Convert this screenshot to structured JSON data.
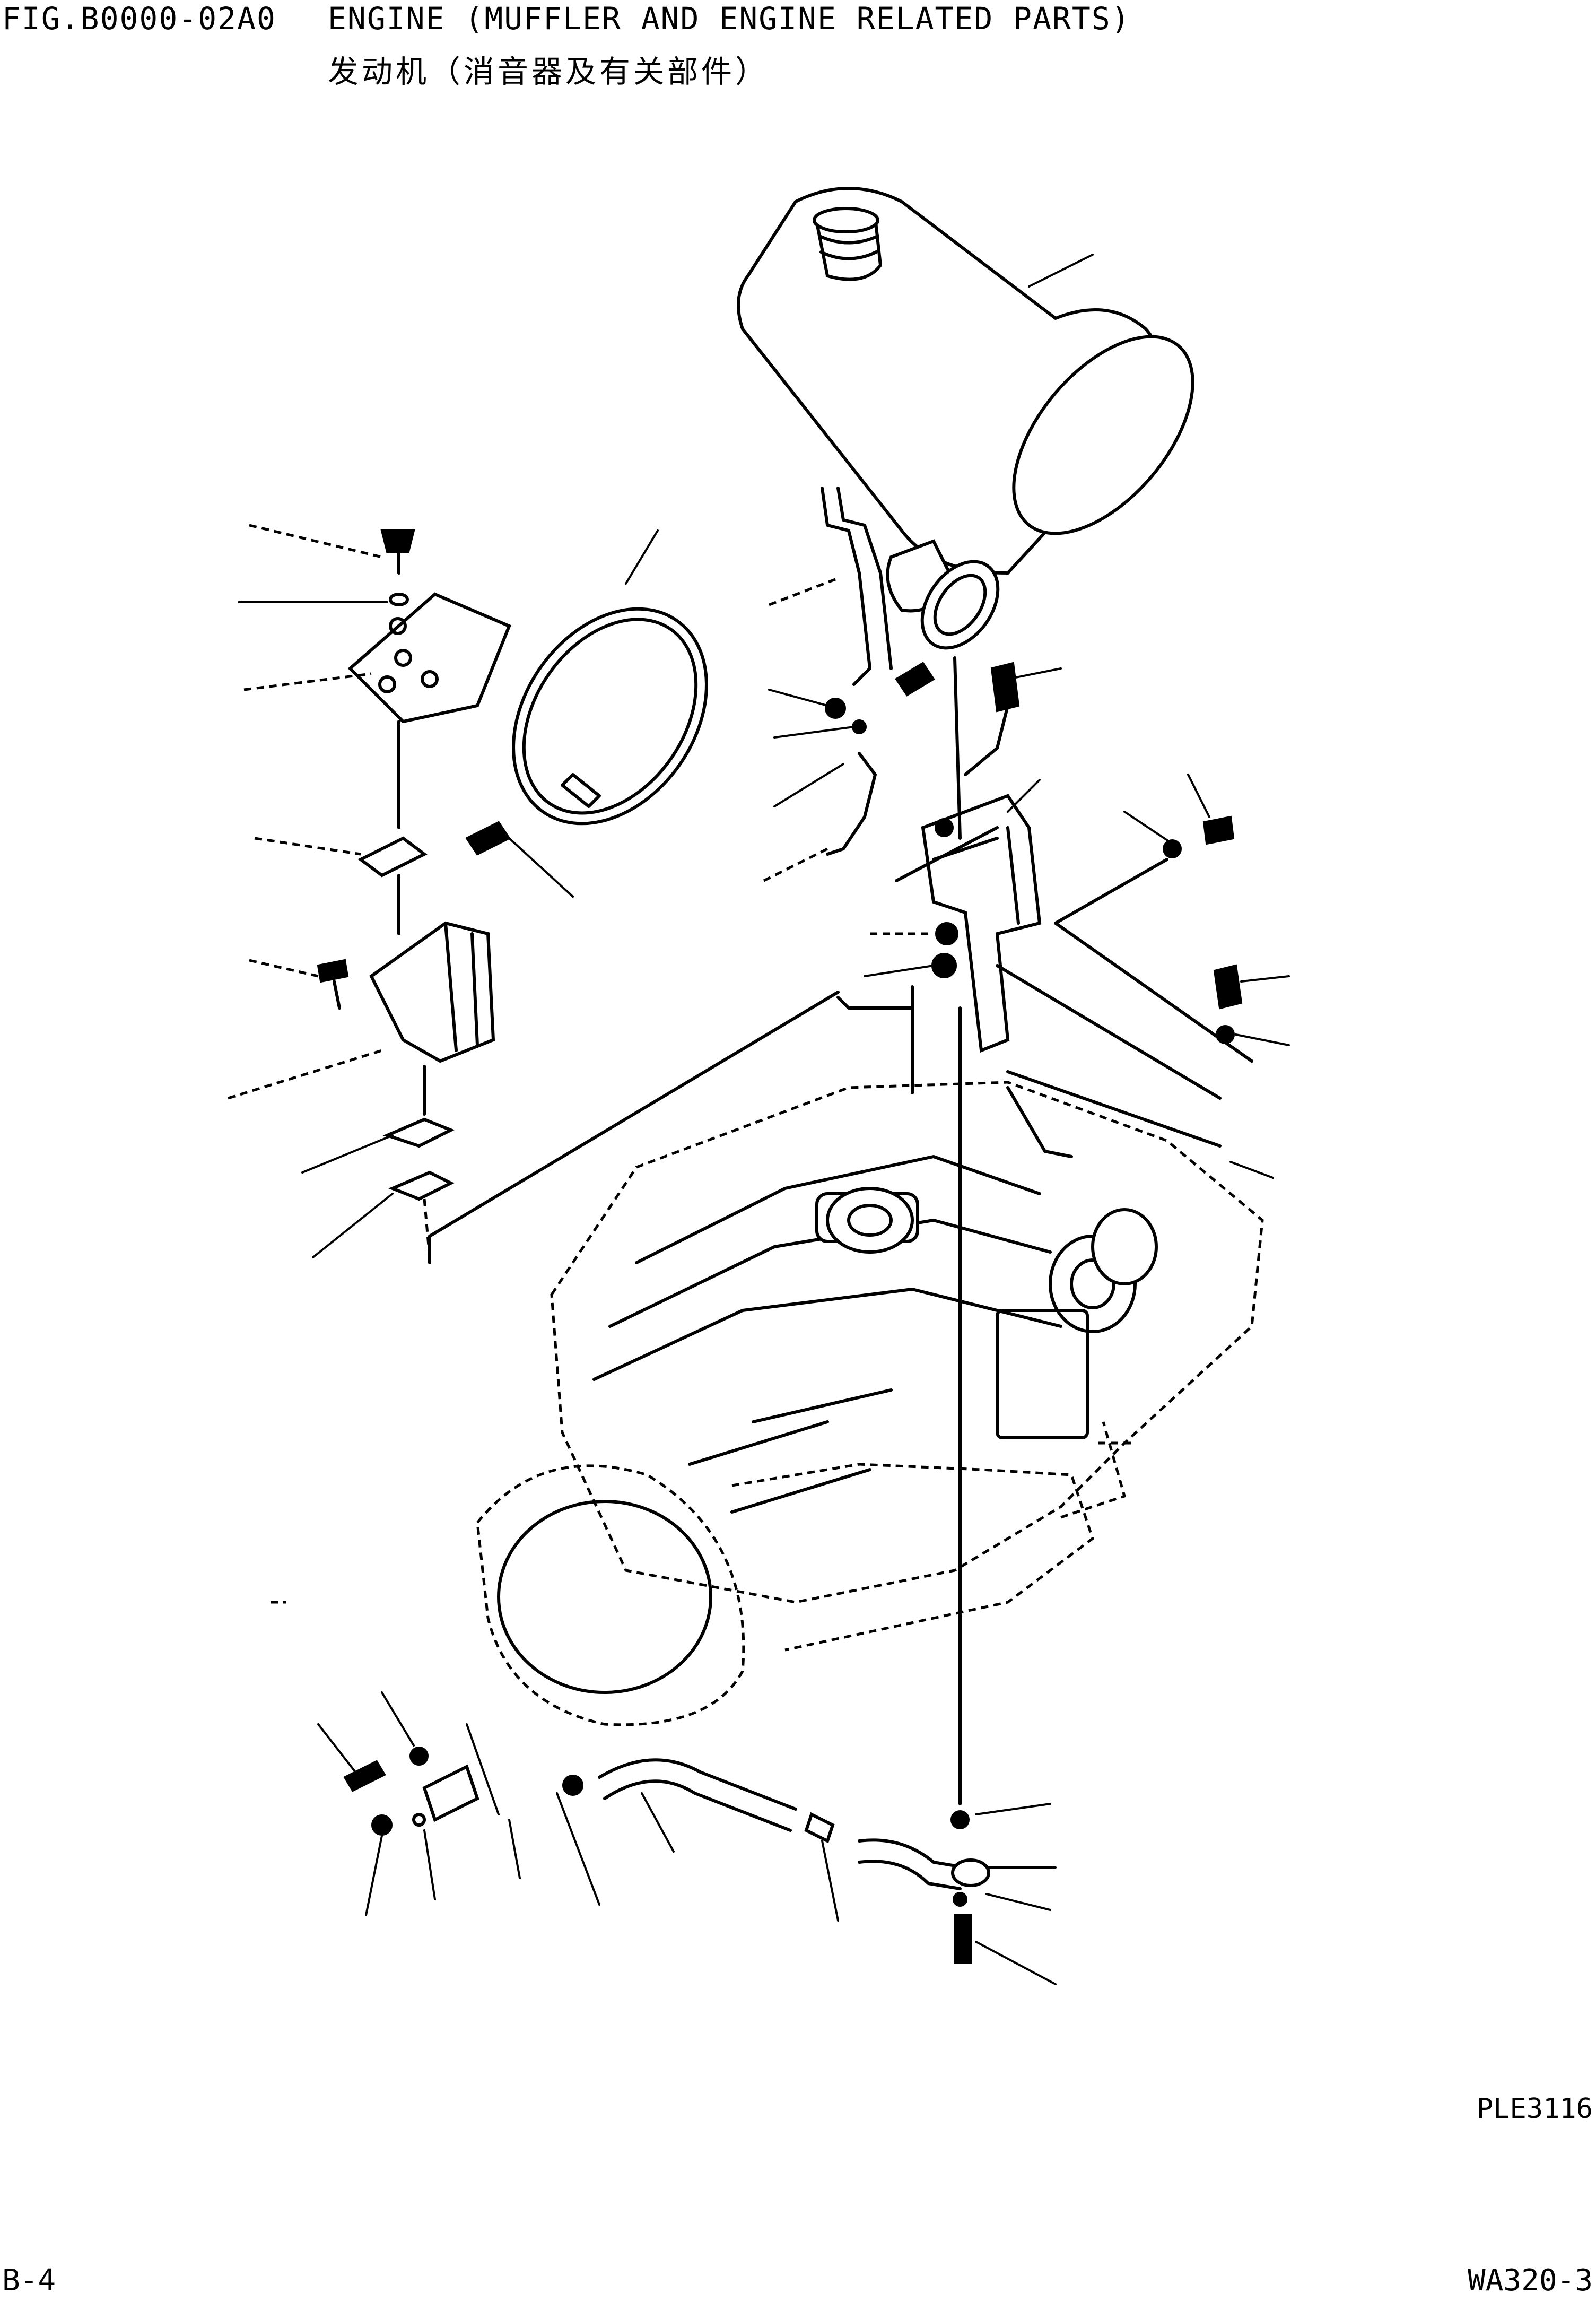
{
  "header": {
    "fig_id": "FIG.B0000-02A0",
    "title_en": "ENGINE (MUFFLER AND ENGINE RELATED PARTS)",
    "title_cn": "发动机（消音器及有关部件）"
  },
  "drawing_code": "PLE3116",
  "footer": {
    "page_number": "B-4",
    "model": "WA320-3"
  }
}
